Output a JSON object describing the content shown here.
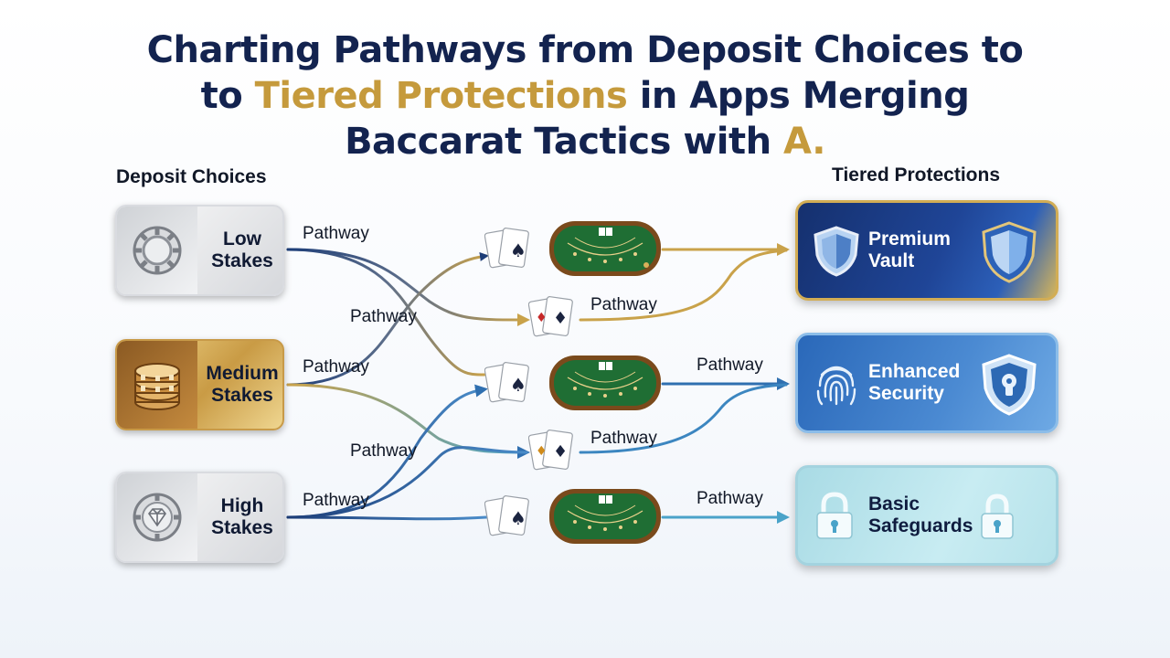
{
  "title": {
    "line1": "Charting Pathways from Deposit Choices to",
    "line2_prefix": "to ",
    "line2_highlight": "Tiered Protections",
    "line2_suffix": " in Apps Merging",
    "line3_prefix": "Baccarat Tactics with ",
    "line3_highlight": "A."
  },
  "headings": {
    "deposit": "Deposit Choices",
    "tiers": "Tiered Protections"
  },
  "deposits": [
    {
      "line1": "Low",
      "line2": "Stakes",
      "icon": "poker-chip-icon"
    },
    {
      "line1": "Medium",
      "line2": "Stakes",
      "icon": "chip-stack-icon"
    },
    {
      "line1": "High",
      "line2": "Stakes",
      "icon": "diamond-chip-icon"
    }
  ],
  "tiers": [
    {
      "line1": "Premium",
      "line2": "Vault",
      "icons": [
        "shield-icon",
        "shield-icon"
      ]
    },
    {
      "line1": "Enhanced",
      "line2": "Security",
      "icons": [
        "fingerprint-icon",
        "keyhole-shield-icon"
      ]
    },
    {
      "line1": "Basic",
      "line2": "Safeguards",
      "icons": [
        "padlock-icon",
        "padlock-icon"
      ]
    }
  ],
  "pathway_labels": [
    "Pathway",
    "Pathway",
    "Pathway",
    "Pathway",
    "Pathway",
    "Pathway",
    "Pathway",
    "Pathway",
    "Pathway"
  ],
  "colors": {
    "navy": "#13234f",
    "gold": "#c59a3c",
    "flow_blue": "#2f6fb0",
    "flow_light": "#4aa3c9",
    "flow_dark": "#1c3d78"
  }
}
